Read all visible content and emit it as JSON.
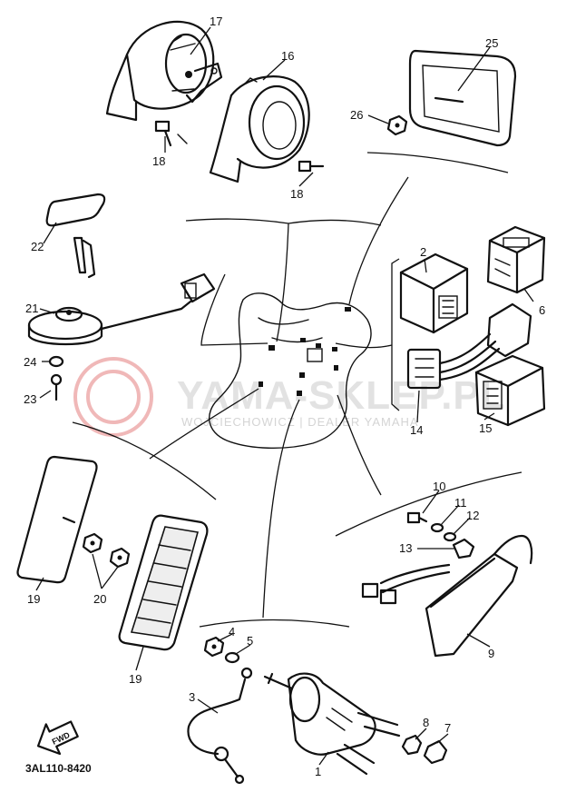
{
  "diagram": {
    "code": "3AL110-8420",
    "fwd_label": "FWD",
    "watermark": {
      "brand": "YAMA-SKLEP.PL",
      "tagline": "WOJCIECHOWICZ | DEALER YAMAHA"
    },
    "callouts": [
      {
        "id": "c1",
        "text": "1"
      },
      {
        "id": "c2",
        "text": "2"
      },
      {
        "id": "c3",
        "text": "3"
      },
      {
        "id": "c4",
        "text": "4"
      },
      {
        "id": "c5",
        "text": "5"
      },
      {
        "id": "c6",
        "text": "6"
      },
      {
        "id": "c7",
        "text": "7"
      },
      {
        "id": "c8",
        "text": "8"
      },
      {
        "id": "c9",
        "text": "9"
      },
      {
        "id": "c10",
        "text": "10"
      },
      {
        "id": "c11",
        "text": "11"
      },
      {
        "id": "c12",
        "text": "12"
      },
      {
        "id": "c13",
        "text": "13"
      },
      {
        "id": "c14",
        "text": "14"
      },
      {
        "id": "c15",
        "text": "15"
      },
      {
        "id": "c16",
        "text": "16"
      },
      {
        "id": "c17",
        "text": "17"
      },
      {
        "id": "c18a",
        "text": "18"
      },
      {
        "id": "c18b",
        "text": "18"
      },
      {
        "id": "c19a",
        "text": "19"
      },
      {
        "id": "c19b",
        "text": "19"
      },
      {
        "id": "c20",
        "text": "20"
      },
      {
        "id": "c21",
        "text": "21"
      },
      {
        "id": "c22",
        "text": "22"
      },
      {
        "id": "c23",
        "text": "23"
      },
      {
        "id": "c24",
        "text": "24"
      },
      {
        "id": "c25",
        "text": "25"
      },
      {
        "id": "c26",
        "text": "26"
      }
    ]
  }
}
